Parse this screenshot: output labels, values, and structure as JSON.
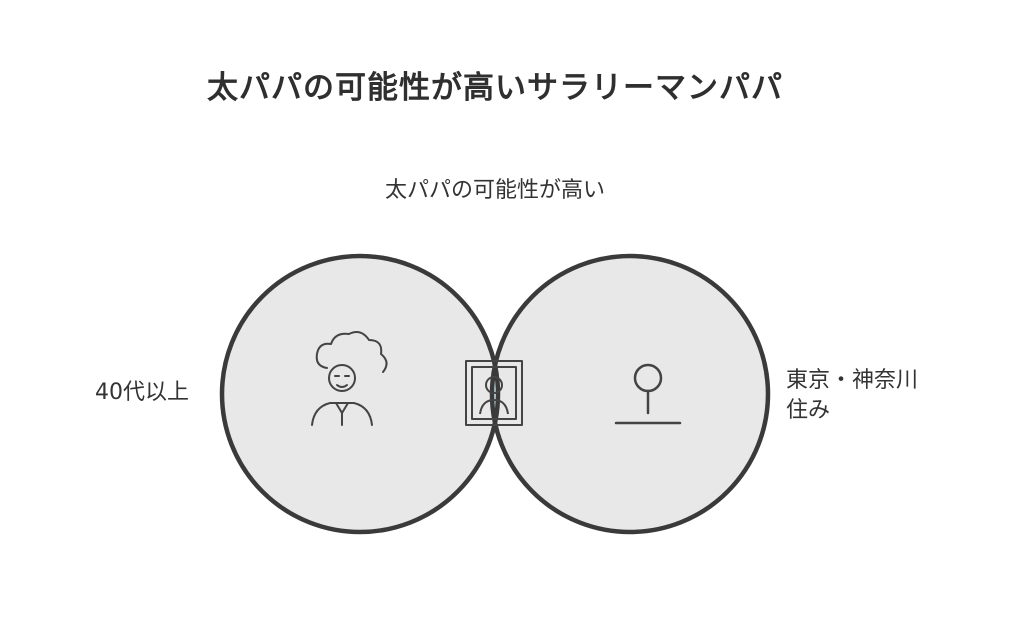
{
  "title": "太パパの可能性が高いサラリーマンパパ",
  "labels": {
    "top": "太パパの可能性が高い",
    "left": "40代以上",
    "right_line1": "東京・神奈川",
    "right_line2": "住み"
  },
  "colors": {
    "circle_fill": "#e8e8e8",
    "intersection_fill": "#cfeef8",
    "stroke": "#3a3a3a"
  },
  "icons": {
    "left": "older-man-icon",
    "center": "portrait-frame-icon",
    "right": "location-pin-icon"
  }
}
